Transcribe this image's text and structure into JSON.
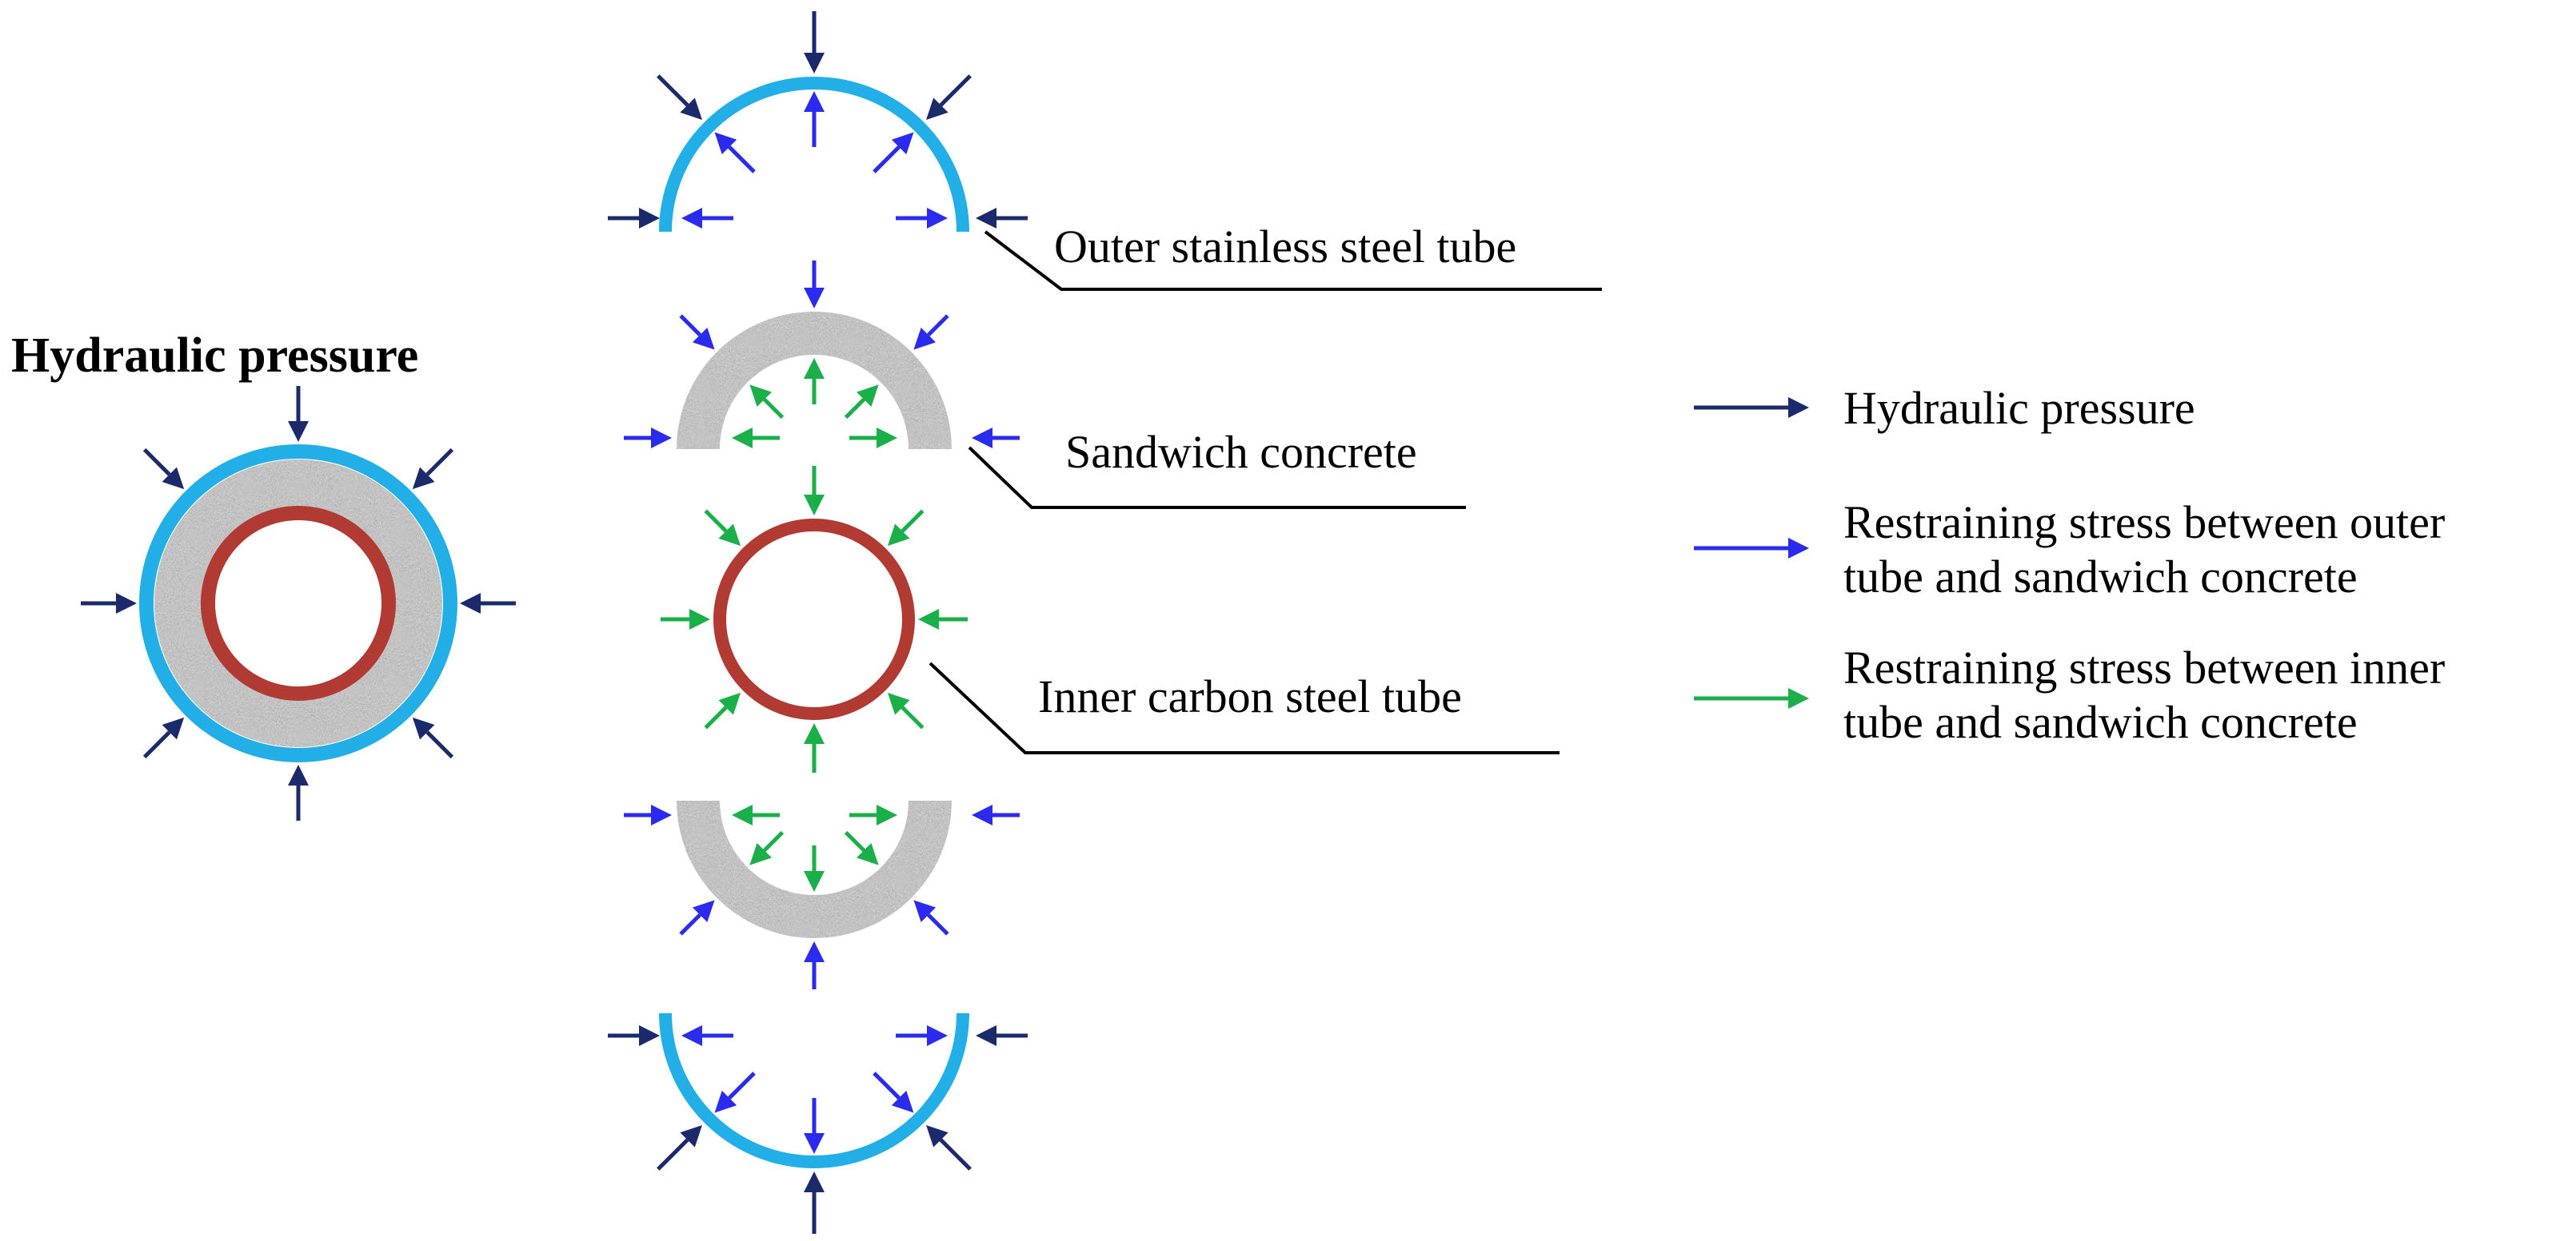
{
  "title": "Hydraulic pressure",
  "components": {
    "outer_tube": "Outer stainless steel tube",
    "concrete": "Sandwich concrete",
    "inner_tube": "Inner carbon steel tube"
  },
  "legend": [
    {
      "lines": [
        "Hydraulic pressure"
      ],
      "color": "#1b2a6b",
      "icon": "dark-navy-arrow-icon"
    },
    {
      "lines": [
        "Restraining stress between outer",
        "tube and sandwich concrete"
      ],
      "color": "#2b2bf0",
      "icon": "blue-arrow-icon"
    },
    {
      "lines": [
        "Restraining stress between inner",
        "tube and sandwich concrete"
      ],
      "color": "#1aaf48",
      "icon": "green-arrow-icon"
    }
  ],
  "colors": {
    "outer_tube": "#22aee6",
    "inner_tube": "#b13a33",
    "concrete_base": "#b9b9b9",
    "hydraulic_arrow": "#1b2a6b",
    "outer_restraint_arrow": "#2b2bf0",
    "inner_restraint_arrow": "#1aaf48"
  }
}
